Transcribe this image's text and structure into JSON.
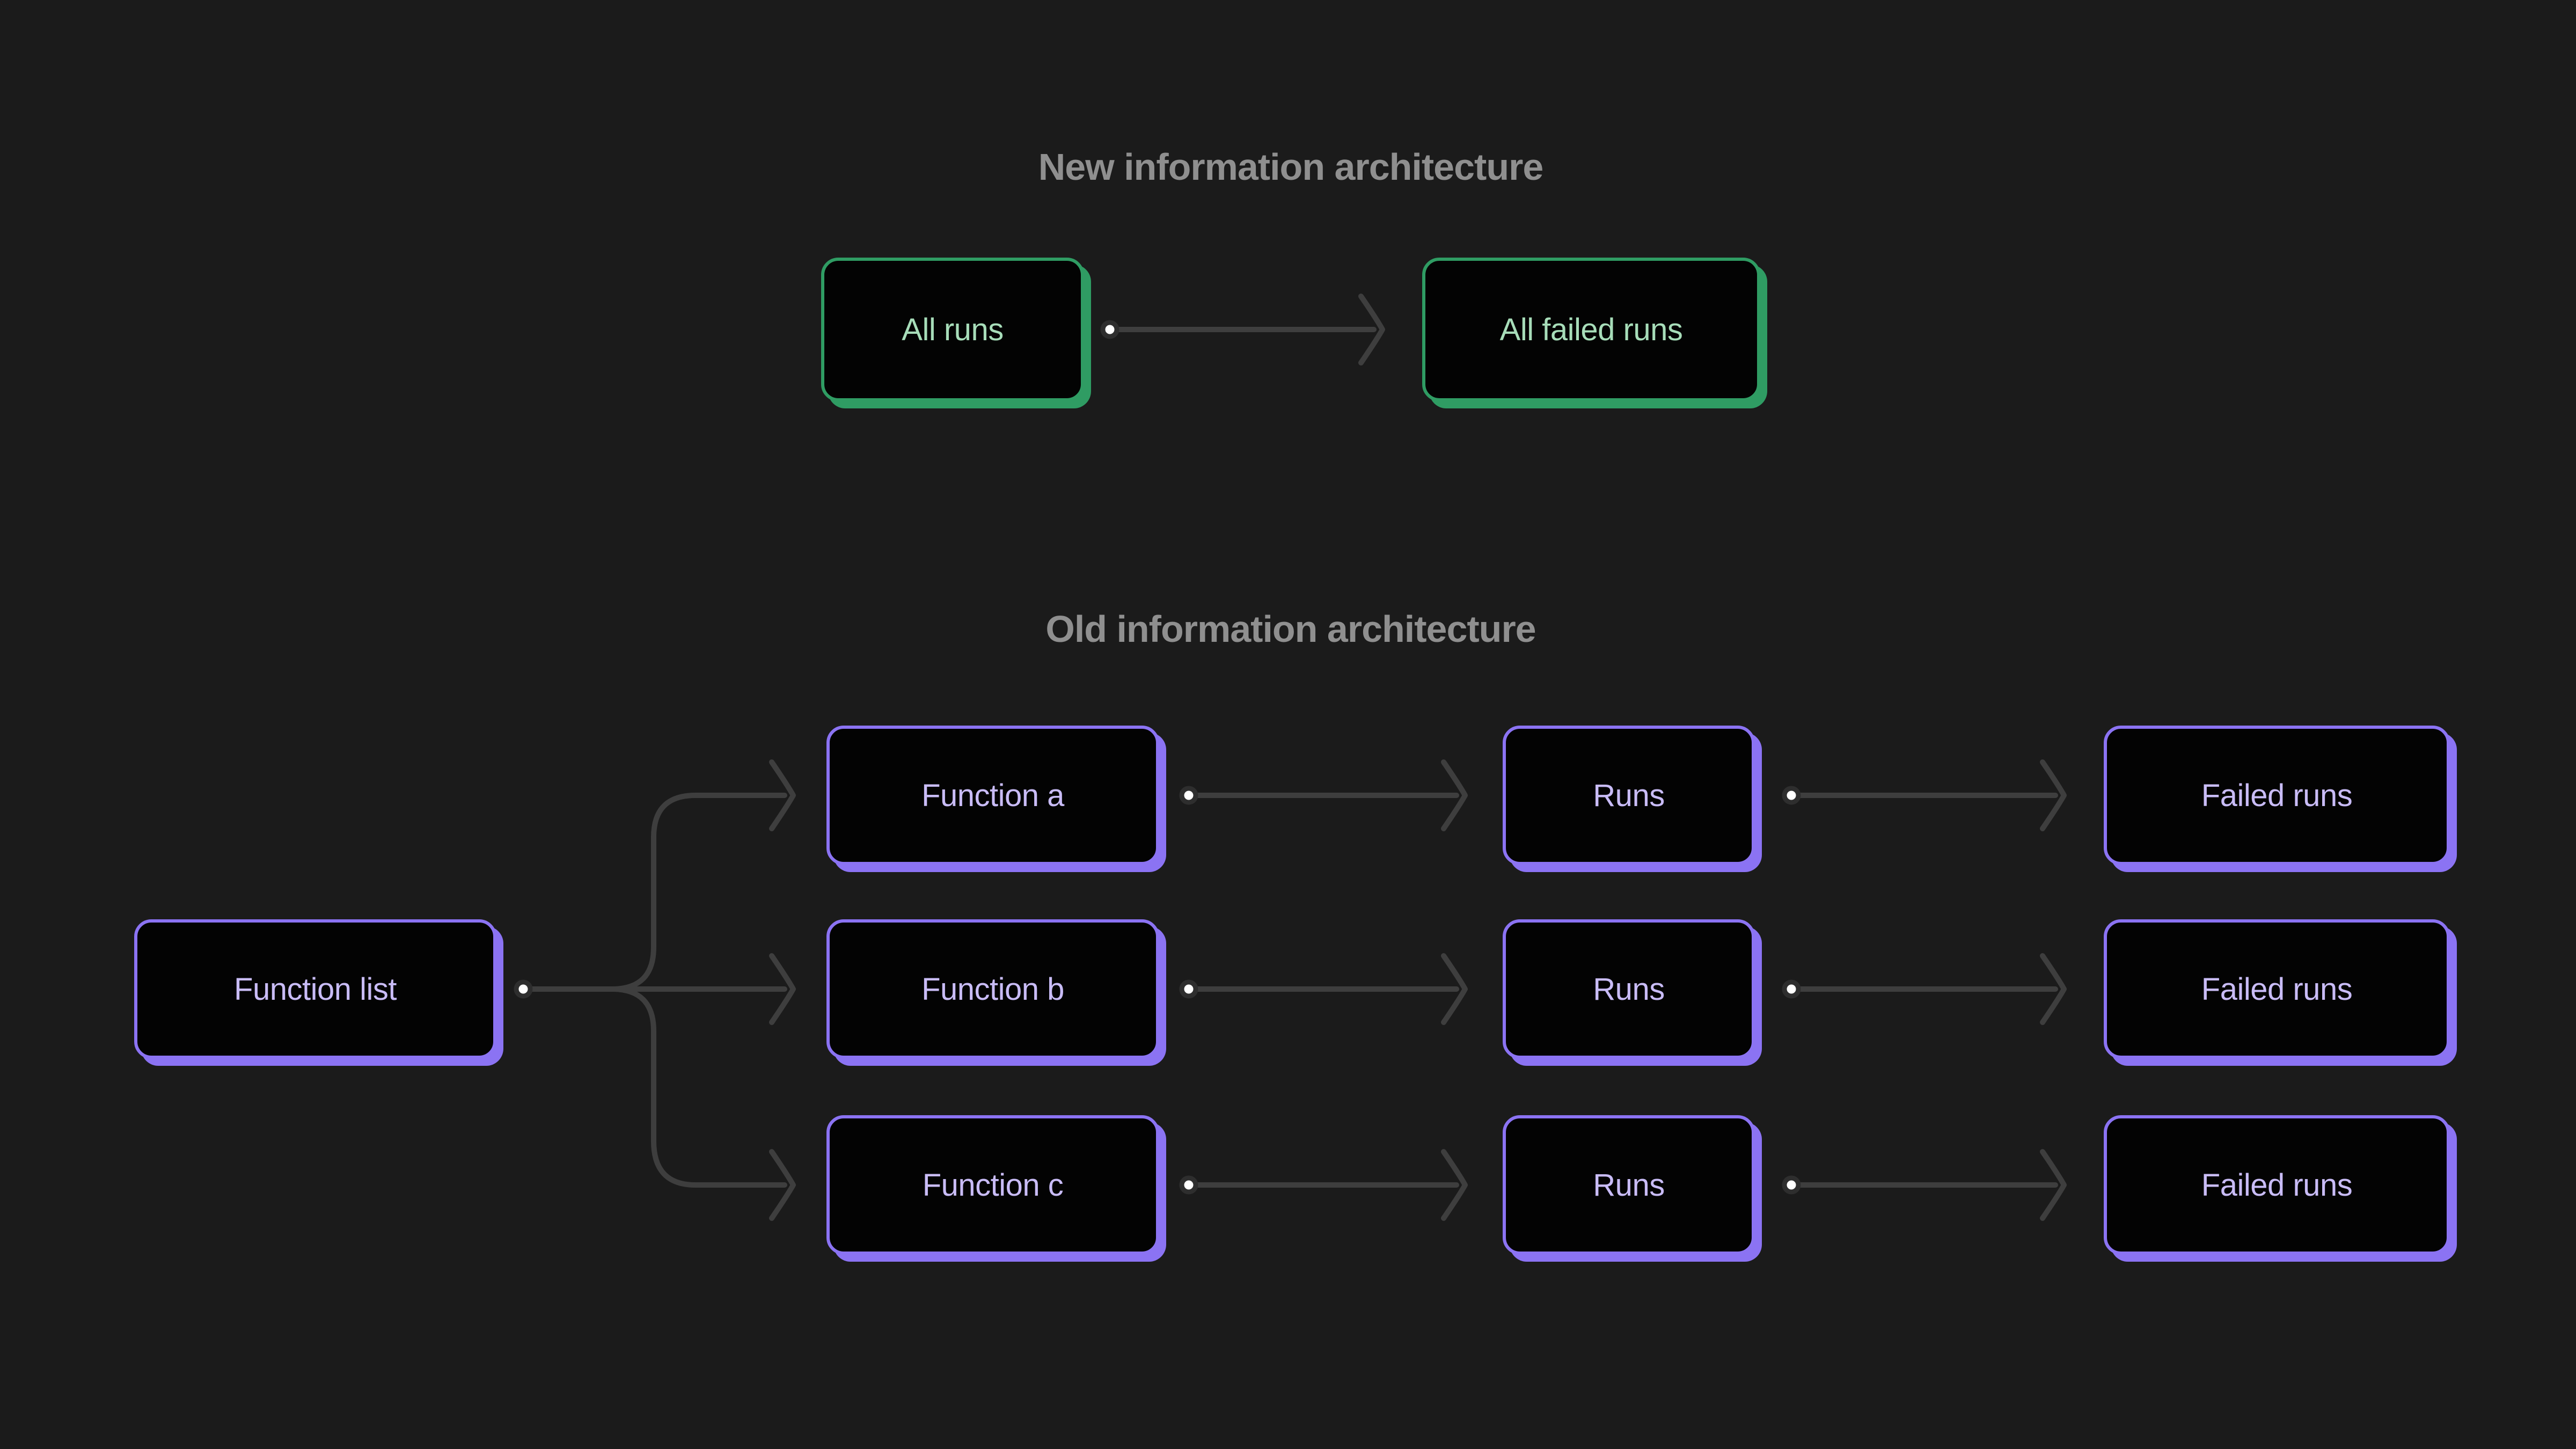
{
  "theme": {
    "background": "#1b1b1b",
    "node_fill": "#030303",
    "title_color": "#8f8f8f",
    "connector": "#3e3e3e",
    "dot_core": "#ffffff",
    "dot_ring": "#2e2e2e",
    "green_accent": "#2f9c63",
    "green_text": "#a7ddb9",
    "purple_accent": "#8b73f3",
    "purple_text": "#c9bcf7"
  },
  "sections": [
    {
      "id": "new-information-architecture",
      "title": "New information architecture",
      "accent": "#2f9c63",
      "label_color": "#a7ddb9",
      "nodes": [
        {
          "id": "all-runs",
          "label": "All runs"
        },
        {
          "id": "all-failed-runs",
          "label": "All failed runs"
        }
      ]
    },
    {
      "id": "old-information-architecture",
      "title": "Old information architecture",
      "accent": "#8b73f3",
      "label_color": "#c9bcf7",
      "nodes": [
        {
          "id": "function-list",
          "label": "Function list"
        },
        {
          "id": "function-a",
          "label": "Function a"
        },
        {
          "id": "function-b",
          "label": "Function b"
        },
        {
          "id": "function-c",
          "label": "Function c"
        },
        {
          "id": "runs-a",
          "label": "Runs"
        },
        {
          "id": "runs-b",
          "label": "Runs"
        },
        {
          "id": "runs-c",
          "label": "Runs"
        },
        {
          "id": "failed-runs-a",
          "label": "Failed runs"
        },
        {
          "id": "failed-runs-b",
          "label": "Failed runs"
        },
        {
          "id": "failed-runs-c",
          "label": "Failed runs"
        }
      ]
    }
  ]
}
